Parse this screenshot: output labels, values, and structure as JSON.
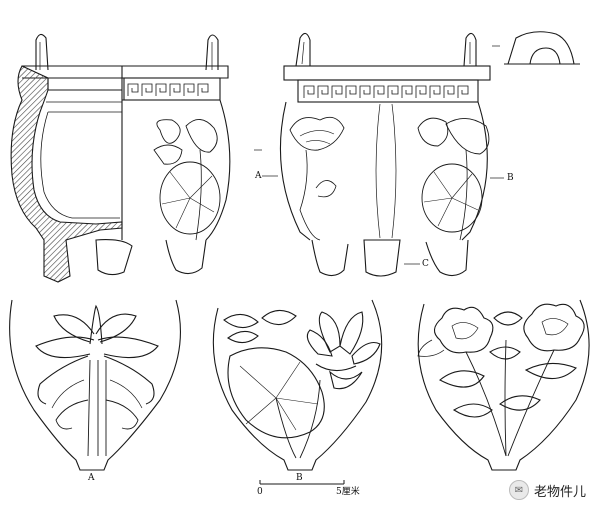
{
  "labels": {
    "a_side": "A",
    "b_side": "B",
    "c_bottom": "C",
    "panel_a": "A",
    "panel_b": "B"
  },
  "scale": {
    "start": "0",
    "end": "5厘米"
  },
  "watermark": {
    "text": "老物件儿",
    "icon": "wechat-icon"
  },
  "colors": {
    "ink": "#1a1a1a",
    "hatch": "#444444",
    "paper": "#ffffff"
  }
}
